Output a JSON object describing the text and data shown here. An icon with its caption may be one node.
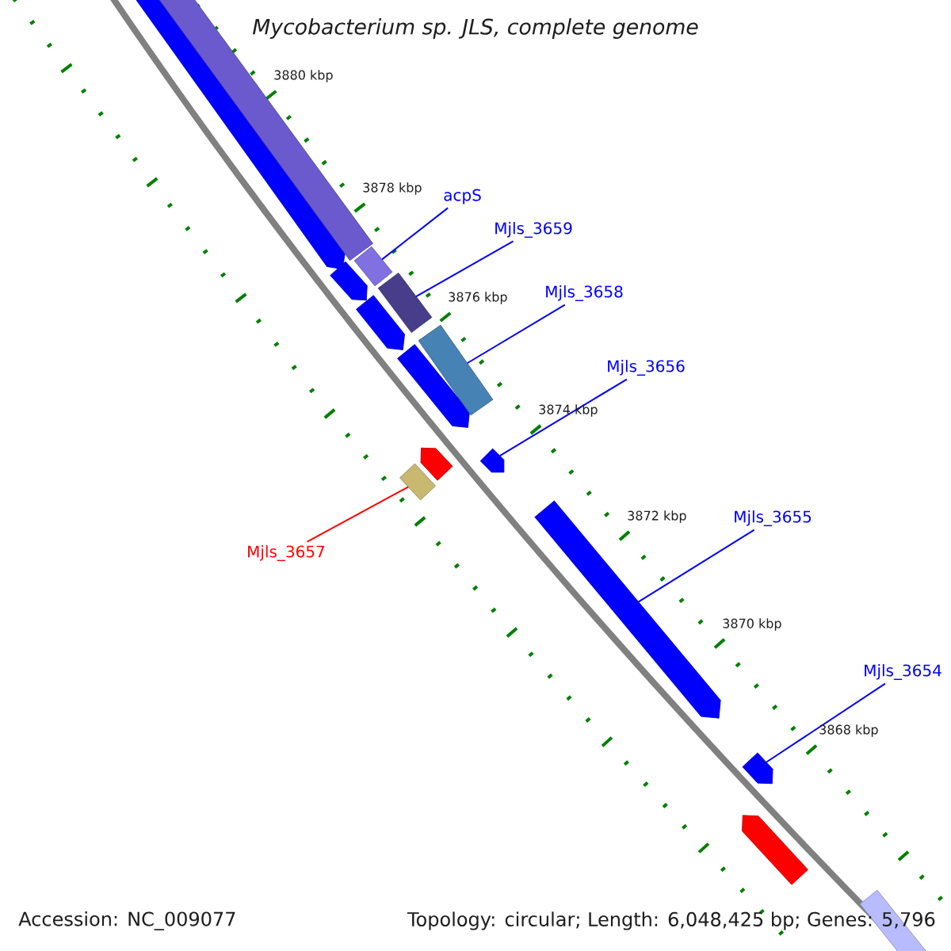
{
  "diagram": {
    "title": "Mycobacterium sp. JLS, complete genome",
    "nodes": [
      {
        "text": [
          "acpS"
        ]
      },
      {
        "text": [
          "Mjls_3659"
        ]
      },
      {
        "text": [
          "Mjls_3658"
        ]
      },
      {
        "text": [
          "Mjls_3656"
        ]
      },
      {
        "text": [
          "Mjls_3655"
        ]
      },
      {
        "text": [
          "Mjls_3654"
        ]
      },
      {
        "text": [
          "Mjls_3657"
        ]
      },
      {
        "text": [],
        "shape": "box"
      },
      {
        "text": [],
        "shape": "box"
      },
      {
        "text": [],
        "shape": "box"
      },
      {
        "text": [],
        "shape": "arrow"
      },
      {
        "text": [],
        "shape": "arrow"
      },
      {
        "text": [],
        "shape": "arrow"
      },
      {
        "text": [],
        "shape": "box"
      }
    ],
    "edges": [
      {
        "from": 0,
        "to": 7,
        "arrow": "none"
      },
      {
        "from": 1,
        "to": 8,
        "arrow": "none"
      },
      {
        "from": 2,
        "to": 9,
        "arrow": "none"
      },
      {
        "from": 3,
        "to": 10,
        "arrow": "none"
      },
      {
        "from": 4,
        "to": 11,
        "arrow": "none"
      },
      {
        "from": 5,
        "to": 12,
        "arrow": "none"
      },
      {
        "from": 6,
        "to": 13,
        "arrow": "none",
        "color": "#ff0000"
      }
    ],
    "labels": [
      "3880 kbp",
      "3878 kbp",
      "3876 kbp",
      "3874 kbp",
      "3872 kbp",
      "3870 kbp",
      "3868 kbp",
      "Accession: NC_009077",
      "Topology: circular; Length: 6,048,425 bp; Genes: 5,796"
    ]
  }
}
